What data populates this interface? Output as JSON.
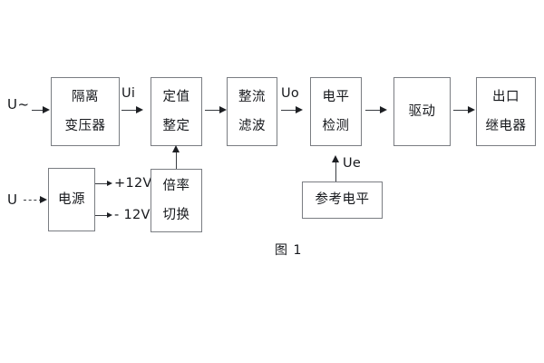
{
  "figure": {
    "caption": "图 1",
    "background": "#ffffff",
    "box_border_color": "#7a7d82",
    "line_color": "#3a3d42",
    "text_color": "#16181c"
  },
  "terminals": {
    "ac_input": "U~",
    "dc_input": "U"
  },
  "signals": {
    "ui": "Ui",
    "uo": "Uo",
    "ue": "Ue"
  },
  "rails": {
    "positive": "+12V",
    "negative": "- 12V"
  },
  "blocks": {
    "isolation_transformer": {
      "line1": "隔离",
      "line2": "变压器"
    },
    "setting_value": {
      "line1": "定值",
      "line2": "整定"
    },
    "rectify_filter": {
      "line1": "整流",
      "line2": "滤波"
    },
    "level_detection": {
      "line1": "电平",
      "line2": "检测"
    },
    "drive": {
      "line1": "驱动"
    },
    "output_relay": {
      "line1": "出口",
      "line2": "继电器"
    },
    "power_supply": {
      "line1": "电源"
    },
    "multiplier_switch": {
      "line1": "倍率",
      "line2": "切换"
    },
    "reference_level": {
      "line1": "参考电平"
    }
  }
}
